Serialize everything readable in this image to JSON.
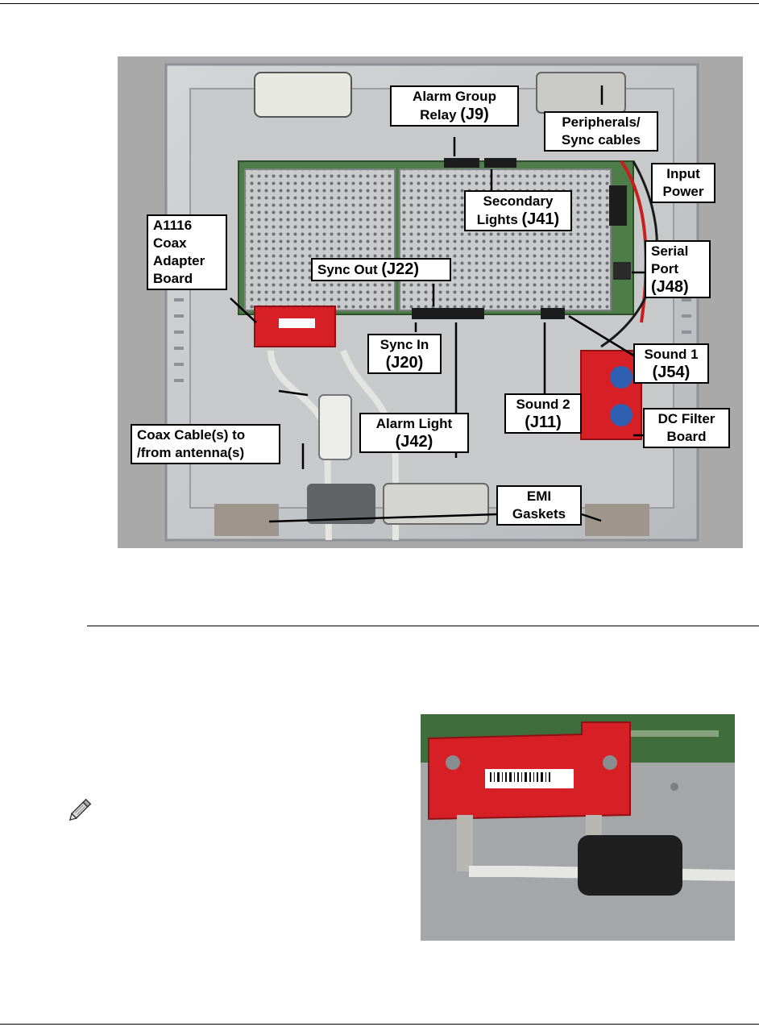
{
  "figure_main": {
    "labels": {
      "alarm_group_relay": {
        "line1": "Alarm Group",
        "line2_text": "Relay ",
        "line2_j": "(J9)"
      },
      "peripherals": {
        "line1": "Peripherals/",
        "line2": "Sync cables"
      },
      "input_power": {
        "line1": "Input",
        "line2": "Power"
      },
      "secondary_lights": {
        "line1": "Secondary",
        "line2_text": "Lights ",
        "line2_j": "(J41)"
      },
      "coax_adapter": {
        "line1": "A1116",
        "line2": "Coax",
        "line3": "Adapter",
        "line4": "Board"
      },
      "sync_out": {
        "text": "Sync Out ",
        "j": "(J22)"
      },
      "serial_port": {
        "line1": "Serial",
        "line2": "Port",
        "line3": "(J48)"
      },
      "sync_in": {
        "line1": "Sync In",
        "line2": "(J20)"
      },
      "sound1": {
        "line1": "Sound 1",
        "line2": "(J54)"
      },
      "sound2": {
        "line1": "Sound 2",
        "line2": "(J11)"
      },
      "alarm_light": {
        "line1": "Alarm Light",
        "line2": "(J42)"
      },
      "dc_filter": {
        "line1": "DC Filter",
        "line2": "Board"
      },
      "coax_cable": {
        "line1": "Coax Cable(s) to",
        "line2": "/from antenna(s)"
      },
      "emi_gaskets": {
        "line1": "EMI",
        "line2": "Gaskets"
      }
    }
  }
}
